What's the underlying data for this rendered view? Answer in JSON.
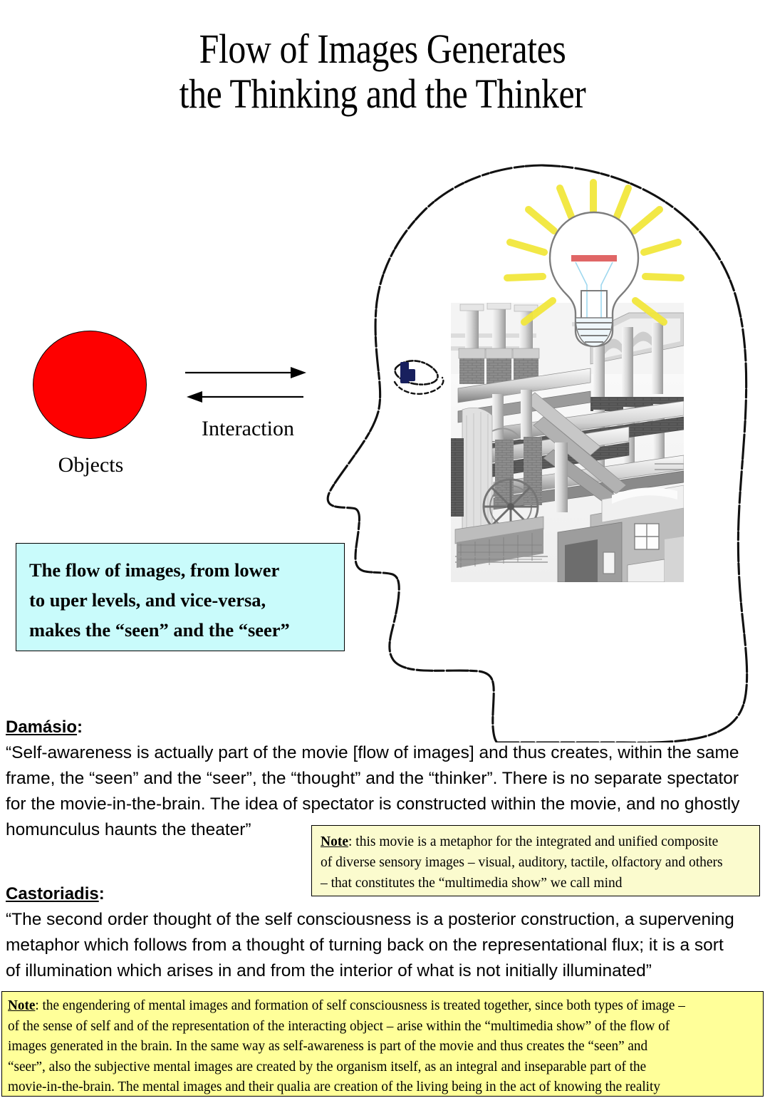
{
  "title": {
    "line1": "Flow of Images Generates",
    "line2": "the Thinking and the Thinker"
  },
  "diagram": {
    "objects_label": "Objects",
    "interaction_label": "Interaction",
    "objects_color": "#fe0000",
    "ray_color": "#f2e73d",
    "filament_color": "#e06666",
    "wire_color": "#9fd8ef"
  },
  "callout": {
    "line1": "The flow of images, from lower",
    "line2": "to uper levels, and vice-versa,",
    "line3": "makes the “seen” and the “seer”",
    "background": "#c9fbfb"
  },
  "damasio": {
    "speaker_name": "Damásio",
    "speaker_colon": ":",
    "line1": "“Self-awareness is actually part of the movie [flow of images] and thus creates, within the same",
    "line2": "frame, the “seen” and the “seer”, the “thought” and the “thinker”. There is no separate spectator",
    "line3": "for the movie-in-the-brain. The idea of spectator is constructed within the movie, and no ghostly",
    "line4": "homunculus haunts the theater”"
  },
  "castoriadis": {
    "speaker_name": "Castoriadis",
    "speaker_colon": ":",
    "line1": "“The second order thought of the self consciousness is a posterior construction, a supervening",
    "line2": "metaphor which follows from a thought of turning back on the representational flux; it is a sort",
    "line3": " of illumination which arises in and from the interior of what is not initially illuminated”"
  },
  "note_movie": {
    "label": "Note",
    "colon": ": ",
    "line1": "this movie is a metaphor for the integrated and unified composite",
    "line2": "of diverse sensory images – visual, auditory, tactile, olfactory and others",
    "line3": "– that constitutes the “multimedia show” we call mind",
    "background": "#fbfbce"
  },
  "note_engendering": {
    "label": "Note",
    "colon": ": ",
    "line1": "the engendering of mental images and formation of self consciousness is treated together, since both types of image –",
    "line2": "of the sense of self and of the representation of the interacting object – arise within the “multimedia show” of the flow of",
    "line3": "images generated in the brain. In the same way as self-awareness is part of the movie and thus creates the “seen” and",
    "line4": "“seer”, also the subjective mental images are created by the organism itself, as an integral and inseparable part of the",
    "line5": "movie-in-the-brain. The mental images and their qualia are creation of the living being in the act of knowing the reality",
    "background": "#ffff99"
  }
}
